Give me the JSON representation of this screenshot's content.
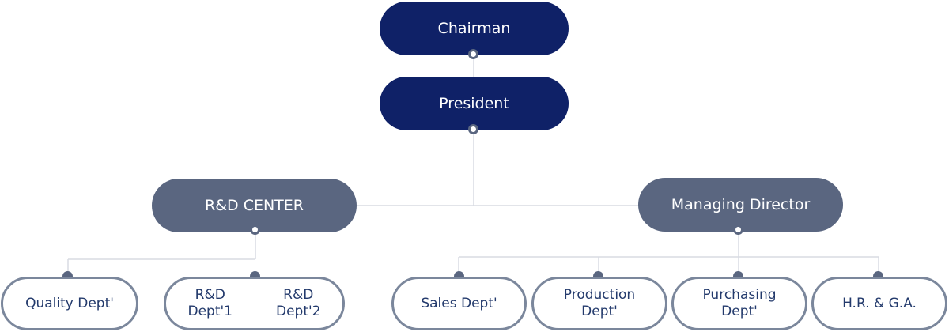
{
  "org_chart": {
    "top": [
      {
        "id": "chairman",
        "label": "Chairman"
      },
      {
        "id": "president",
        "label": "President"
      }
    ],
    "divisions": [
      {
        "id": "rd-center",
        "label": "R&D CENTER"
      },
      {
        "id": "managing-director",
        "label": "Managing Director"
      }
    ],
    "departments": {
      "quality": "Quality Dept'",
      "rd_dept_1": "R&D\nDept'1",
      "rd_dept_2": "R&D\nDept'2",
      "sales": "Sales Dept'",
      "production": "Production\nDept'",
      "purchasing": "Purchasing\nDept'",
      "hr_ga": "H.R. & G.A."
    }
  },
  "colors": {
    "primary": "#0f2167",
    "secondary": "#5a6680",
    "leaf_border": "#7b879c",
    "leaf_text": "#233a6c",
    "connector": "#d8dbe2"
  }
}
